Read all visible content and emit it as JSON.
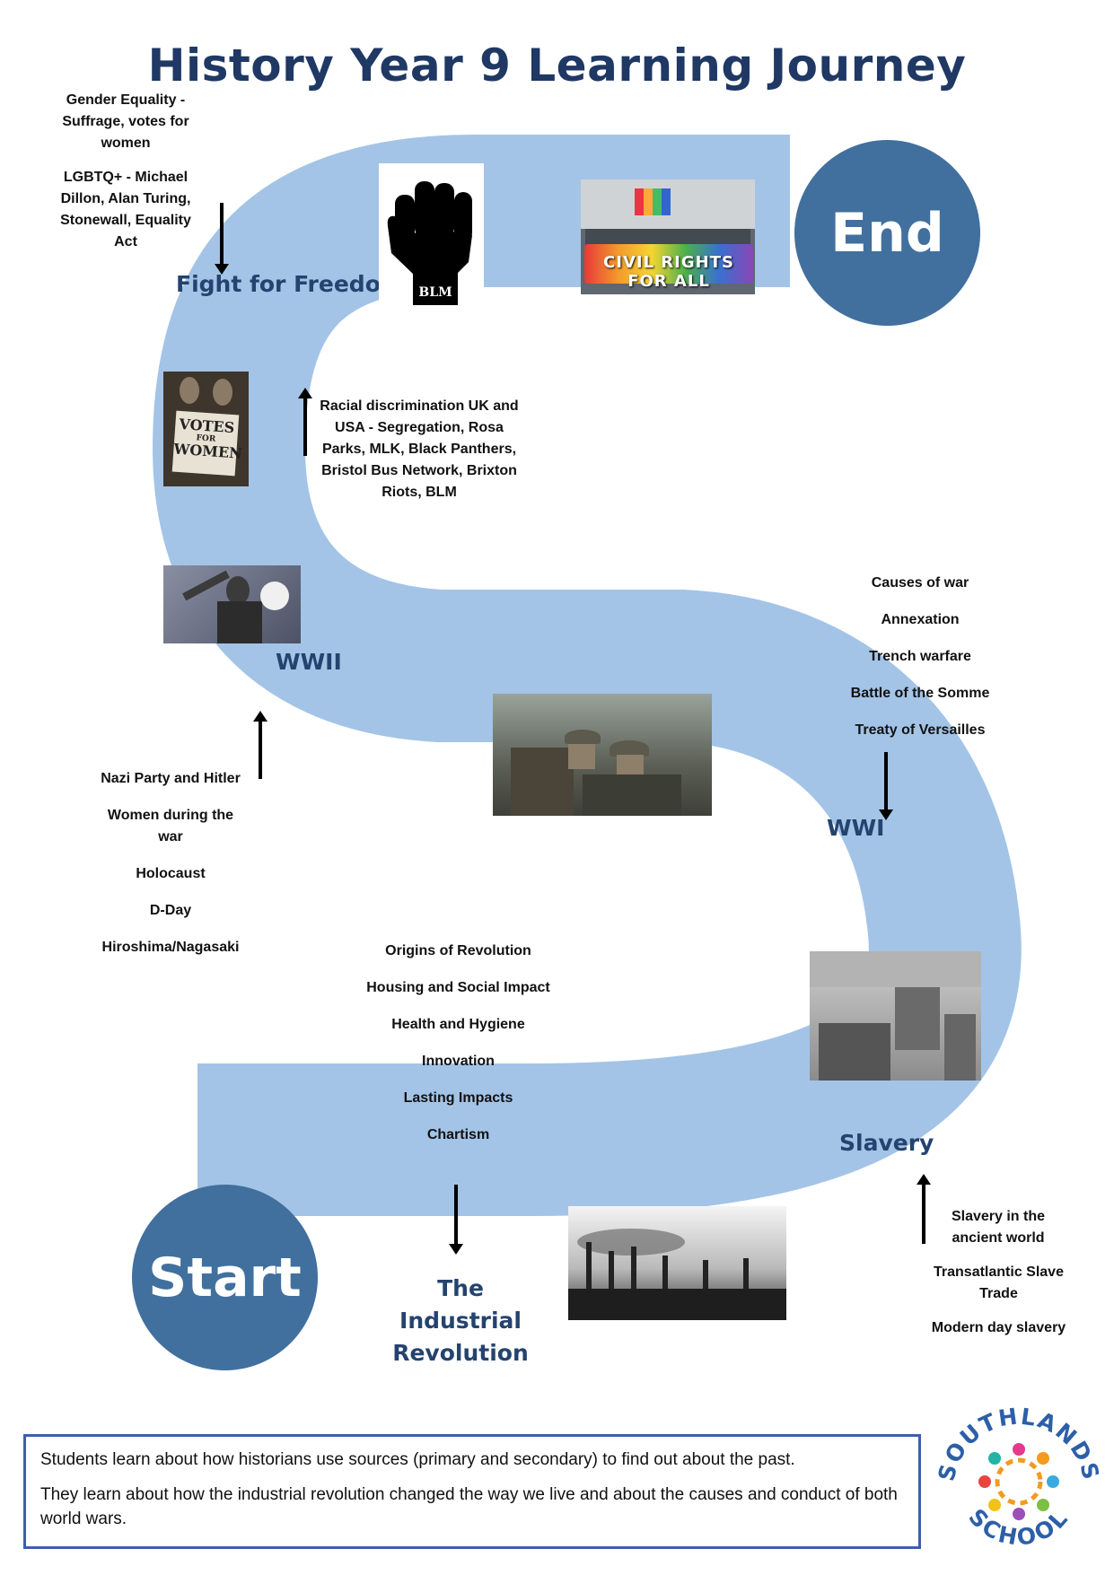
{
  "title": "History Year 9 Learning Journey",
  "start_label": "Start",
  "end_label": "End",
  "colors": {
    "road": "#a3c4e6",
    "circle": "#41709e",
    "title": "#1f3864",
    "label": "#24436f",
    "box_border": "#3d5fa8"
  },
  "stages": {
    "industrial": "The Industrial Revolution",
    "slavery": "Slavery",
    "wwi": "WWI",
    "wwii": "WWII",
    "freedom": "Fight for Freedom"
  },
  "topics": {
    "freedom_a": [
      "Gender Equality - Suffrage, votes for women",
      "LGBTQ+ - Michael Dillon, Alan Turing, Stonewall, Equality Act"
    ],
    "freedom_b": "Racial discrimination UK and USA - Segregation, Rosa Parks, MLK, Black Panthers, Bristol Bus Network, Brixton Riots, BLM",
    "wwi": [
      "Causes of war",
      "Annexation",
      "Trench warfare",
      "Battle of the Somme",
      "Treaty of Versailles"
    ],
    "wwii": [
      "Nazi Party and Hitler",
      "Women during the war",
      "Holocaust",
      "D-Day",
      "Hiroshima/Nagasaki"
    ],
    "industrial": [
      "Origins of Revolution",
      "Housing and Social Impact",
      "Health and Hygiene",
      "Innovation",
      "Lasting Impacts",
      "Chartism"
    ],
    "slavery": [
      "Slavery in the ancient world",
      "Transatlantic Slave Trade",
      "Modern day slavery"
    ]
  },
  "images": {
    "blm_text": "BLM",
    "votes_sign": [
      "VOTES",
      "FOR",
      "WOMEN"
    ],
    "civil_rights_banner": "CIVIL RIGHTS FOR ALL"
  },
  "summary": [
    "Students learn about how historians use sources (primary and secondary) to find out about the past.",
    "They learn about how the industrial revolution changed the way we live and about the causes and conduct of both world wars."
  ],
  "logo": {
    "top_text": "SOUTHLANDS",
    "bottom_text": "SCHOOL"
  }
}
